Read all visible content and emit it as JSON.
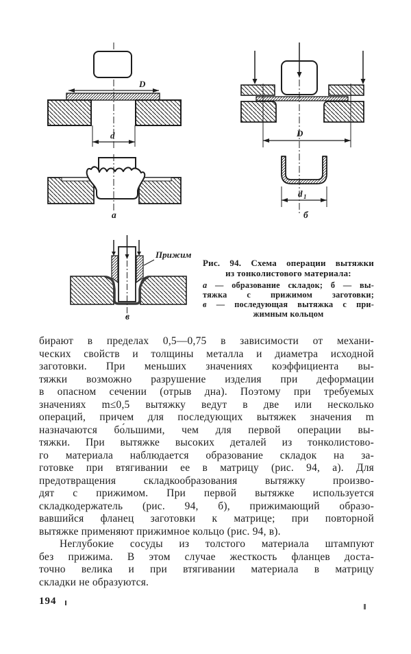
{
  "page": {
    "number": "194"
  },
  "figure": {
    "caption": {
      "main_lines": [
        {
          "text": "Рис. 94. Схема операции вытяжки",
          "cls": "jl"
        },
        {
          "text": "из тонколистового материала:",
          "cls": "ctr"
        }
      ],
      "sub_lines": [
        {
          "text": "а — образование складок; б — вы-",
          "cls": "jl if"
        },
        {
          "text": "тяжка с прижимом заготовки;",
          "cls": "jl"
        },
        {
          "text": "в — последующая вытяжка с при-",
          "cls": "jl if"
        },
        {
          "text": "жимным кольцом",
          "cls": "ctr"
        }
      ]
    },
    "labels": {
      "dim_D_a": "D",
      "dim_d_a": "d",
      "dim_D_b": "D",
      "dim_d1_base": "d",
      "dim_d1_sub": "1",
      "holder_label": "Прижим",
      "sub_a": "а",
      "sub_b": "б",
      "sub_v": "в"
    }
  },
  "body": {
    "para1_lines": [
      {
        "text": "бирают в пределах 0,5—0,75 в зависимости от механи-",
        "cls": ""
      },
      {
        "text": "ческих свойств и толщины металла и диаметра исходной",
        "cls": ""
      },
      {
        "text": "заготовки. При меньших значениях коэффициента вы-",
        "cls": ""
      },
      {
        "text": "тяжки возможно разрушение изделия при деформации",
        "cls": ""
      },
      {
        "text": "в опасном сечении (отрыв дна). Поэтому при требуемых",
        "cls": ""
      },
      {
        "text": "значениях m≤0,5 вытяжку ведут в две или несколько",
        "cls": ""
      },
      {
        "text": "операций, причем для последующих вытяжек значения m",
        "cls": ""
      },
      {
        "text": "назначаются бо́льшими, чем для первой операции вы-",
        "cls": ""
      },
      {
        "text": "тяжки. При вытяжке высоких деталей из тонколистово-",
        "cls": ""
      },
      {
        "text": "го материала наблюдается образование складок на за-",
        "cls": ""
      },
      {
        "text": "готовке при втягивании ее в матрицу (рис. 94, а). Для",
        "cls": ""
      },
      {
        "text": "предотвращения складкообразования вытяжку произво-",
        "cls": ""
      },
      {
        "text": "дят с прижимом. При первой вытяжке используется",
        "cls": ""
      },
      {
        "text": "складкодержатель (рис. 94, б), прижимающий образо-",
        "cls": ""
      },
      {
        "text": "вавшийся фланец заготовки к матрице; при повторной",
        "cls": ""
      },
      {
        "text": "вытяжке применяют прижимное кольцо (рис. 94, в).",
        "cls": "noj"
      }
    ],
    "para2_lines": [
      {
        "text": "Неглубокие сосуды из толстого материала штампуют",
        "cls": "ind"
      },
      {
        "text": "без прижима. В этом случае жесткость фланцев доста-",
        "cls": ""
      },
      {
        "text": "точно велика и при втягивании материала в матрицу",
        "cls": ""
      },
      {
        "text": "складки не образуются.",
        "cls": "noj"
      }
    ]
  }
}
